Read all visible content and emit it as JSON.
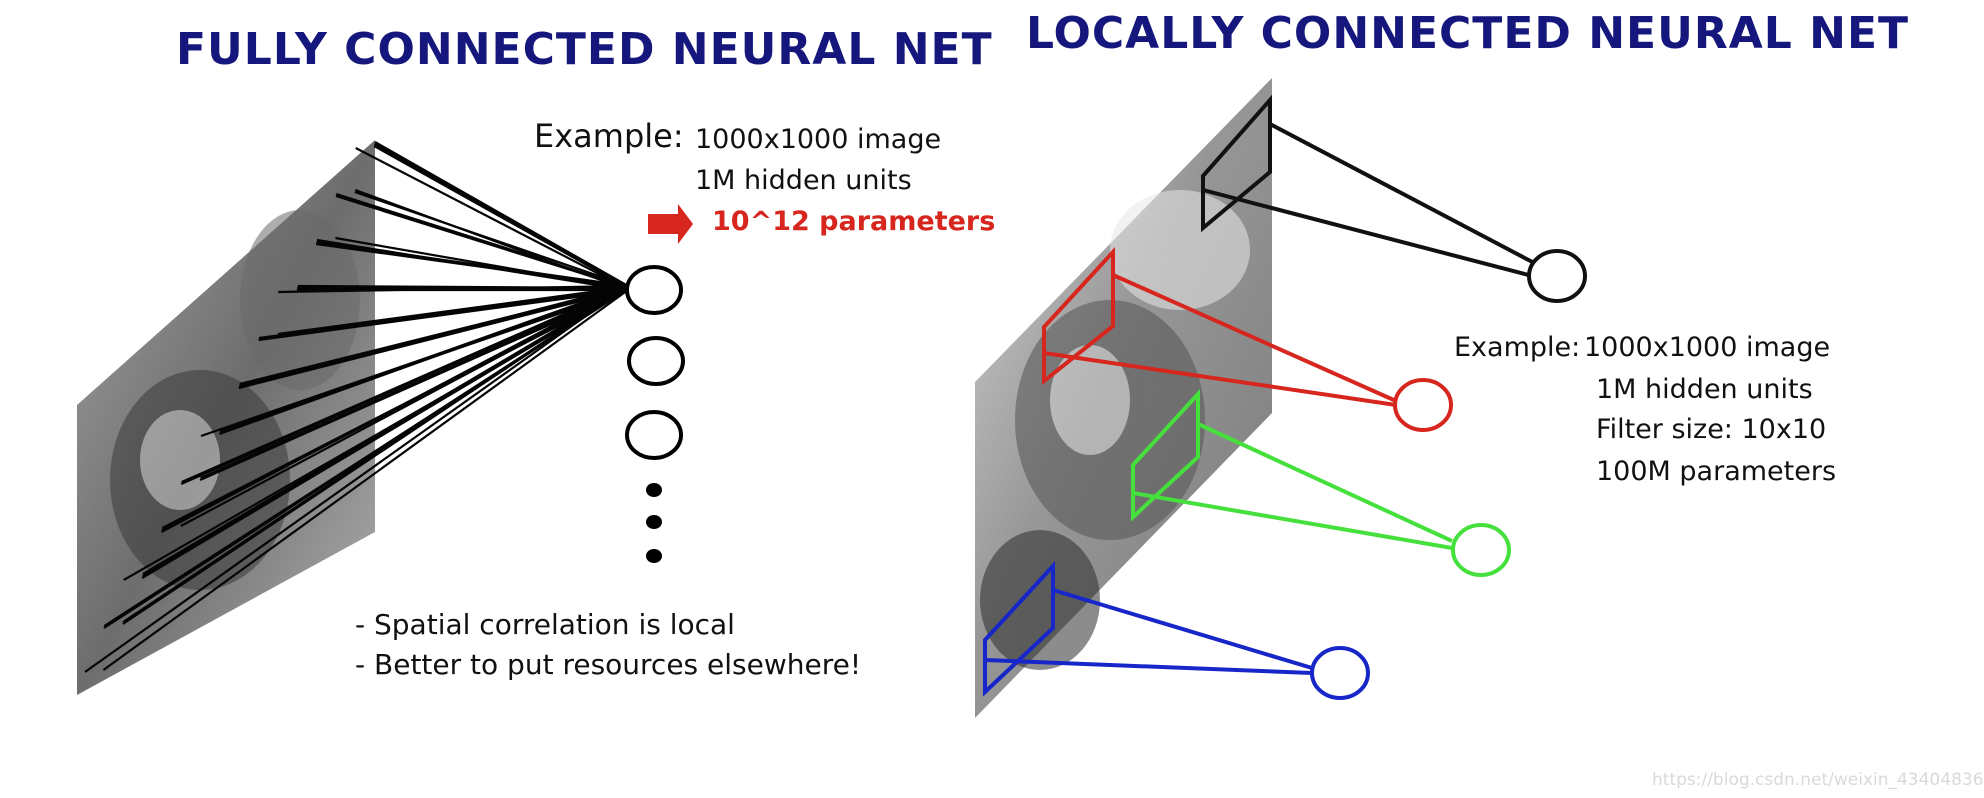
{
  "left_panel": {
    "title": "FULLY CONNECTED NEURAL NET",
    "example_label": "Example:",
    "example_lines": [
      "1000x1000 image",
      "1M hidden units"
    ],
    "params_line": "10^12 parameters",
    "notes": [
      "- Spatial correlation is local",
      "- Better to put resources elsewhere!"
    ]
  },
  "right_panel": {
    "title": "LOCALLY CONNECTED NEURAL NET",
    "example_label": "Example:",
    "example_lines": [
      "1000x1000 image",
      "1M hidden units",
      "Filter size: 10x10",
      "100M parameters"
    ]
  },
  "watermark": "https://blog.csdn.net/weixin_43404836",
  "colors": {
    "title": "#15177c",
    "params_highlight": "#d6261e",
    "filter_black": "#111111",
    "filter_red": "#d6261e",
    "filter_green": "#45e03c",
    "filter_blue": "#1626c8"
  }
}
